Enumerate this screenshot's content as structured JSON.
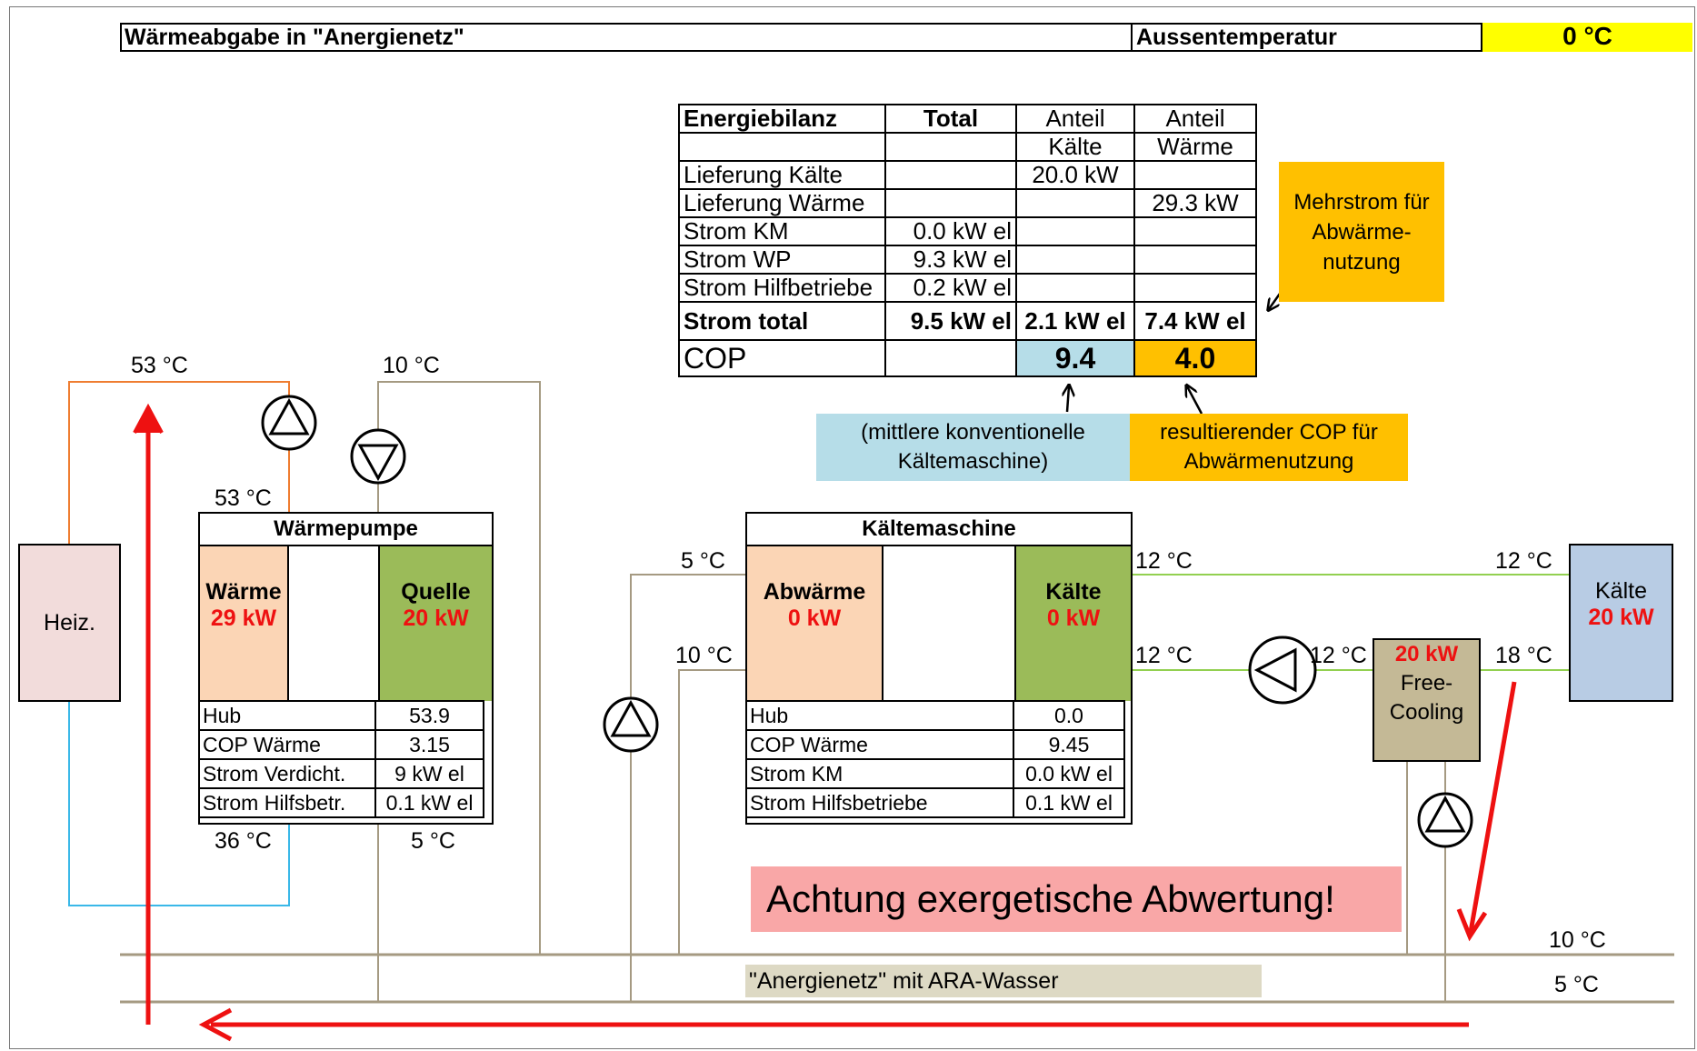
{
  "header": {
    "title": "Wärmeabgabe in \"Anergienetz\"",
    "outside_label": "Aussentemperatur",
    "outside_value": "0 °C"
  },
  "balance": {
    "headers": [
      "Energiebilanz",
      "Total",
      "Anteil",
      "Anteil"
    ],
    "headers2": [
      "",
      "",
      "Kälte",
      "Wärme"
    ],
    "rows": [
      [
        "Lieferung Kälte",
        "",
        "20.0 kW",
        ""
      ],
      [
        "Lieferung Wärme",
        "",
        "",
        "29.3 kW"
      ],
      [
        "Strom KM",
        "0.0 kW el",
        "",
        ""
      ],
      [
        "Strom WP",
        "9.3 kW el",
        "",
        ""
      ],
      [
        "Strom Hilfbetriebe",
        "0.2 kW el",
        "",
        ""
      ]
    ],
    "total_row": [
      "Strom total",
      "9.5 kW el",
      "2.1 kW el",
      "7.4 kW el"
    ],
    "cop_label": "COP",
    "cop_kaelte": "9.4",
    "cop_waerme": "4.0"
  },
  "notes": {
    "mehrstrom": [
      "Mehrstrom für",
      "Abwärme-",
      "nutzung"
    ],
    "conventional": [
      "(mittlere konventionelle",
      "Kältemaschine)"
    ],
    "resulting": [
      "resultierender COP für",
      "Abwärmenutzung"
    ],
    "warning": "Achtung  exergetische Abwertung!",
    "network": "\"Anergienetz\" mit ARA-Wasser"
  },
  "heat_pump": {
    "title": "Wärmepumpe",
    "left_title": "Wärme",
    "left_value": "29 kW",
    "right_title": "Quelle",
    "right_value": "20 kW",
    "rows": [
      [
        "Hub",
        "53.9"
      ],
      [
        "COP Wärme",
        "3.15"
      ],
      [
        "Strom Verdicht.",
        "9 kW el"
      ],
      [
        "Strom Hilfsbetr.",
        "0.1 kW el"
      ]
    ]
  },
  "chiller": {
    "title": "Kältemaschine",
    "left_title": "Abwärme",
    "left_value": "0 kW",
    "right_title": "Kälte",
    "right_value": "0 kW",
    "rows": [
      [
        "Hub",
        "0.0"
      ],
      [
        "COP Wärme",
        "9.45"
      ],
      [
        "Strom KM",
        "0.0 kW el"
      ],
      [
        "Strom Hilfsbetriebe",
        "0.1 kW el"
      ]
    ]
  },
  "heating": {
    "label": "Heiz."
  },
  "cooling": {
    "title": "Kälte",
    "value": "20 kW"
  },
  "free_cooling": {
    "value": "20 kW",
    "label": [
      "Free-",
      "Cooling"
    ]
  },
  "temperatures": {
    "hp_supply_top": "53 °C",
    "hp_supply": "53 °C",
    "hp_return": "36 °C",
    "src_in": "10 °C",
    "src_out": "5 °C",
    "chiller_in_top": "5 °C",
    "chiller_in_bottom": "10 °C",
    "chiller_out_top": "12 °C",
    "chiller_out_bottom": "12 °C",
    "fc_in": "12 °C",
    "cool_supply": "12 °C",
    "cool_return": "18 °C",
    "net_warm": "10 °C",
    "net_cold": "5 °C"
  },
  "colors": {
    "hot": "#ef7d31",
    "cold": "#3ab8e8",
    "pipe": "#a59a82",
    "green": "#92d050",
    "arrow": "#ee1111",
    "yellow": "#ffff00",
    "orange": "#ffc000",
    "lightblue": "#b6dde8"
  }
}
